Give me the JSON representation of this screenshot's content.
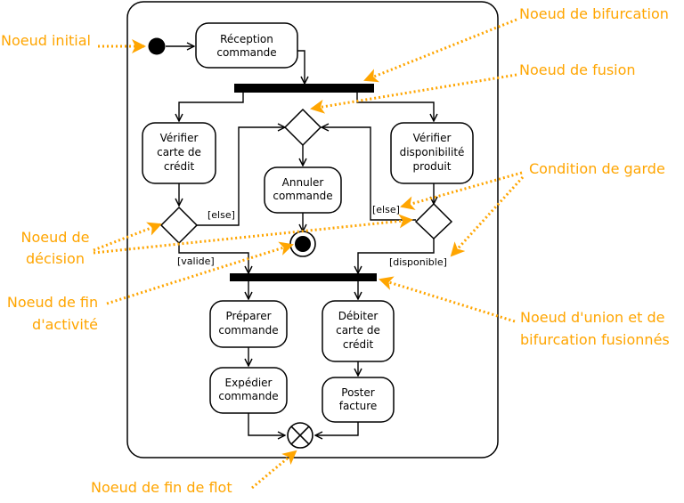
{
  "colors": {
    "annotation": "#ffa500",
    "stroke": "#000000",
    "background": "#ffffff"
  },
  "actions": {
    "reception": [
      "Réception",
      "commande"
    ],
    "verifier_carte": [
      "Vérifier",
      "carte de",
      "crédit"
    ],
    "annuler": [
      "Annuler",
      "commande"
    ],
    "verifier_dispo": [
      "Vérifier",
      "disponibilité",
      "produit"
    ],
    "preparer": [
      "Préparer",
      "commande"
    ],
    "debiter": [
      "Débiter",
      "carte de",
      "crédit"
    ],
    "expedier": [
      "Expédier",
      "commande"
    ],
    "poster": [
      "Poster",
      "facture"
    ]
  },
  "guards": {
    "else_left": "[else]",
    "valide": "[valide]",
    "else_right": "[else]",
    "disponible": "[disponible]"
  },
  "annotations": {
    "noeud_initial": [
      "Noeud initial"
    ],
    "noeud_bifurcation": [
      "Noeud de bifurcation"
    ],
    "noeud_fusion": [
      "Noeud de fusion"
    ],
    "condition_garde": [
      "Condition de garde"
    ],
    "noeud_decision": [
      "Noeud de",
      "décision"
    ],
    "noeud_fin_activite": [
      "Noeud de fin",
      "d'activité"
    ],
    "noeud_union_bifurcation": [
      "Noeud d'union et de",
      "bifurcation fusionnés"
    ],
    "noeud_fin_flot": [
      "Noeud de fin de flot"
    ]
  }
}
